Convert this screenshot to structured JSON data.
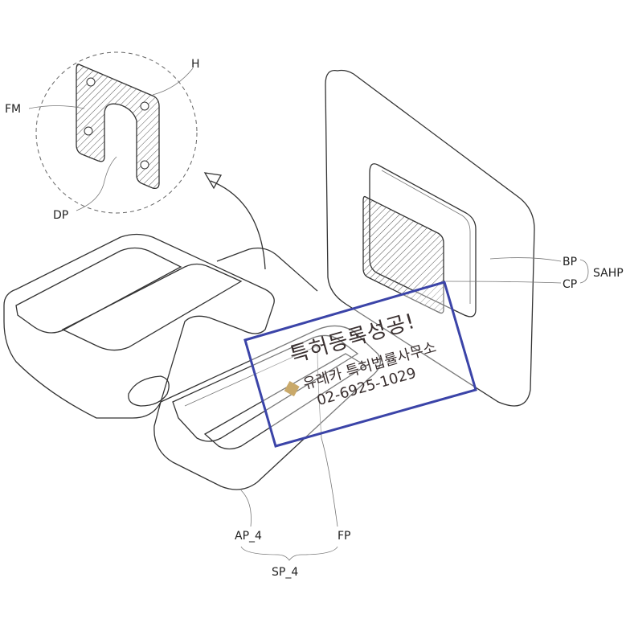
{
  "labels": {
    "fm": "FM",
    "h": "H",
    "dp": "DP",
    "bp": "BP",
    "cp": "CP",
    "sahp": "SAHP",
    "ap4": "AP_4",
    "fp": "FP",
    "sp4": "SP_4"
  },
  "watermark": {
    "headline": "특허등록성공!",
    "firm": "유레카 특허법률사무소",
    "phone": "02-6925-1029",
    "border_color": "#3b44a8",
    "logo_color": "#c9a96a"
  }
}
